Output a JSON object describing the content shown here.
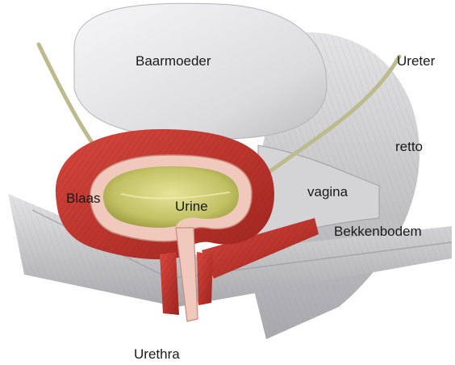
{
  "labels": {
    "uterus": "Baarmoeder",
    "ureter": "Ureter",
    "rectum": "retto",
    "vagina": "vagina",
    "bladder": "Blaas",
    "urine": "Urine",
    "pelvic_floor": "Bekkenbodem",
    "urethra": "Urethra"
  },
  "colors": {
    "muscle": "#c8352e",
    "muscle_dark": "#8e1f1a",
    "urine": "#c9c86a",
    "tissue_grey": "#c9c9cb",
    "bladder_wall": "#f0c9bc"
  }
}
